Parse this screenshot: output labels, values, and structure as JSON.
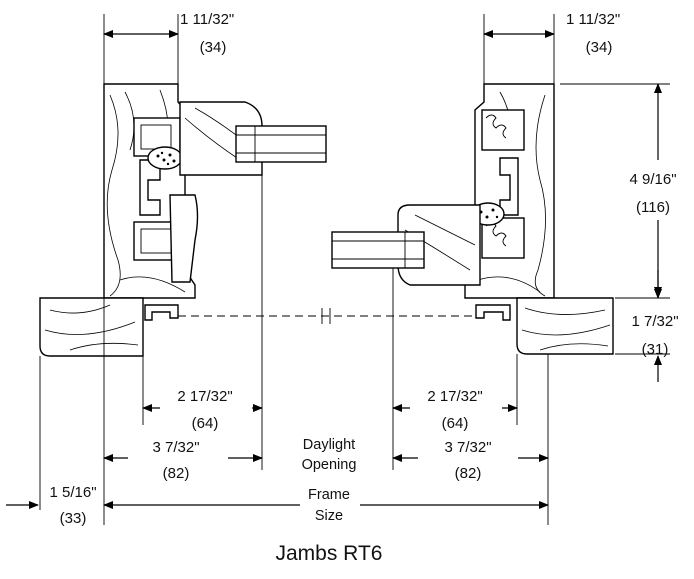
{
  "dimensions": {
    "top_left": {
      "frac": "1 11/32\"",
      "mm": "(34)"
    },
    "top_right": {
      "frac": "1 11/32\"",
      "mm": "(34)"
    },
    "right_height": {
      "frac": "4 9/16\"",
      "mm": "(116)"
    },
    "right_sill": {
      "frac": "1 7/32\"",
      "mm": "(31)"
    },
    "left_inner": {
      "frac": "2 17/32\"",
      "mm": "(64)"
    },
    "right_inner": {
      "frac": "2 17/32\"",
      "mm": "(64)"
    },
    "left_outer": {
      "frac": "3 7/32\"",
      "mm": "(82)"
    },
    "right_outer": {
      "frac": "3 7/32\"",
      "mm": "(82)"
    },
    "daylight": {
      "line1": "Daylight",
      "line2": "Opening"
    },
    "left_edge": {
      "frac": "1 5/16\"",
      "mm": "(33)"
    },
    "frame_size": {
      "line1": "Frame",
      "line2": "Size"
    }
  },
  "caption": "Jambs RT6"
}
